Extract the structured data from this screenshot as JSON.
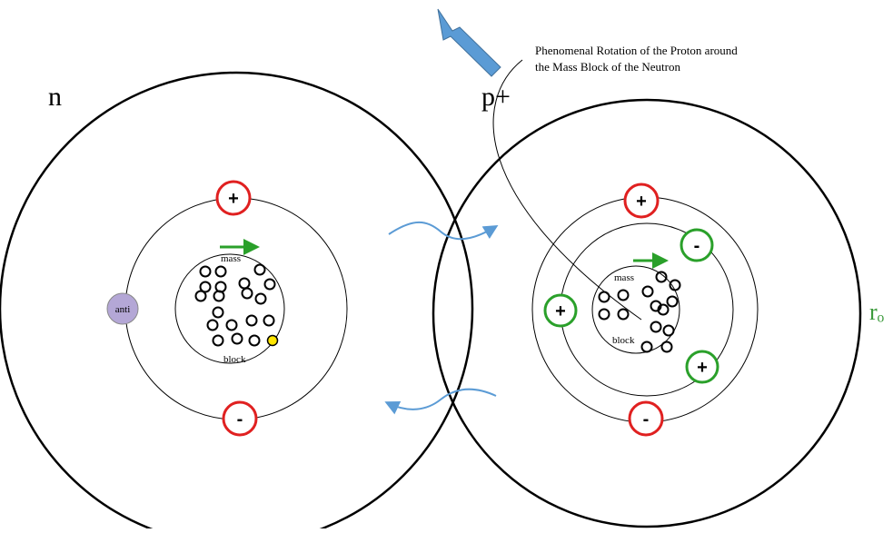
{
  "caption": {
    "line1": "Phenomenal Rotation of the Proton around",
    "line2": "the Mass Block of the Neutron"
  },
  "neutron": {
    "label": "n",
    "mass_label": "mass",
    "block_label": "block",
    "anti_label": "anti",
    "top_charge": "+",
    "bottom_charge": "-"
  },
  "proton": {
    "label": "p+",
    "mass_label": "mass",
    "block_label": "block",
    "top_charge": "+",
    "bottom_charge": "-",
    "inner_charges": [
      "-",
      "+",
      "+"
    ]
  },
  "radius_label": "rₒ",
  "colors": {
    "outline": "#000000",
    "charge_ring_red": "#e02020",
    "charge_ring_green": "#2aa02a",
    "arrow_blue": "#5b9bd5",
    "anti_fill": "#b4a7d6",
    "yellow_particle": "#ffe600",
    "radius_label": "#3a9a3a"
  }
}
